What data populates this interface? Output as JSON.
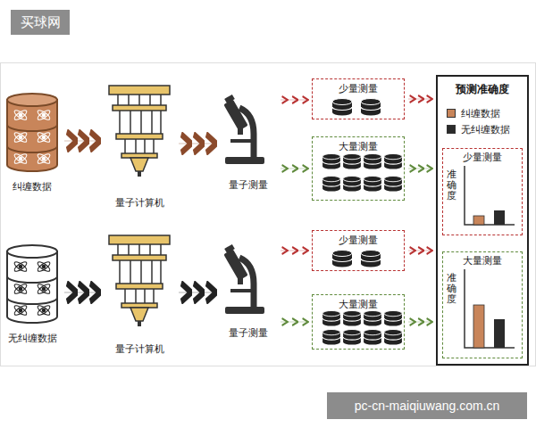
{
  "diagram": {
    "nodes": [
      {
        "text": [
          "纠缠数据"
        ]
      },
      {
        "text": [
          "量子计算机"
        ]
      },
      {
        "text": [
          "量子测量"
        ]
      },
      {
        "text": [
          "少量测量"
        ]
      },
      {
        "text": [
          "大量测量"
        ]
      },
      {
        "text": [
          "无纠缠数据"
        ]
      },
      {
        "text": [
          "量子计算机"
        ]
      },
      {
        "text": [
          "量子测量"
        ]
      },
      {
        "text": [
          "少量测量"
        ]
      },
      {
        "text": [
          "大量测量"
        ]
      },
      {
        "text": [
          "预测准确度"
        ]
      },
      {
        "text": [
          "少量测量",
          "准确度"
        ],
        "in": 10
      },
      {
        "text": [
          "大量测量",
          "准确度"
        ],
        "in": 10
      }
    ],
    "edges": [
      {
        "from": 0,
        "to": 1,
        "arrow": "to"
      },
      {
        "from": 1,
        "to": 2,
        "arrow": "to"
      },
      {
        "from": 2,
        "to": 3,
        "arrow": "to"
      },
      {
        "from": 2,
        "to": 4,
        "arrow": "to"
      },
      {
        "from": 3,
        "to": 10,
        "arrow": "to"
      },
      {
        "from": 4,
        "to": 10,
        "arrow": "to"
      },
      {
        "from": 5,
        "to": 6,
        "arrow": "to"
      },
      {
        "from": 6,
        "to": 7,
        "arrow": "to"
      },
      {
        "from": 7,
        "to": 8,
        "arrow": "to"
      },
      {
        "from": 7,
        "to": 9,
        "arrow": "to"
      },
      {
        "from": 8,
        "to": 10,
        "arrow": "to"
      },
      {
        "from": 9,
        "to": 10,
        "arrow": "to"
      }
    ],
    "labels": [
      "买球网",
      "pc-cn-maiqiuwang.com.cn"
    ],
    "legend": [
      {
        "text": "纠缠数据",
        "color": "#c8855a"
      },
      {
        "text": "无纠缠数据",
        "color": "#2b2b2b"
      }
    ]
  }
}
